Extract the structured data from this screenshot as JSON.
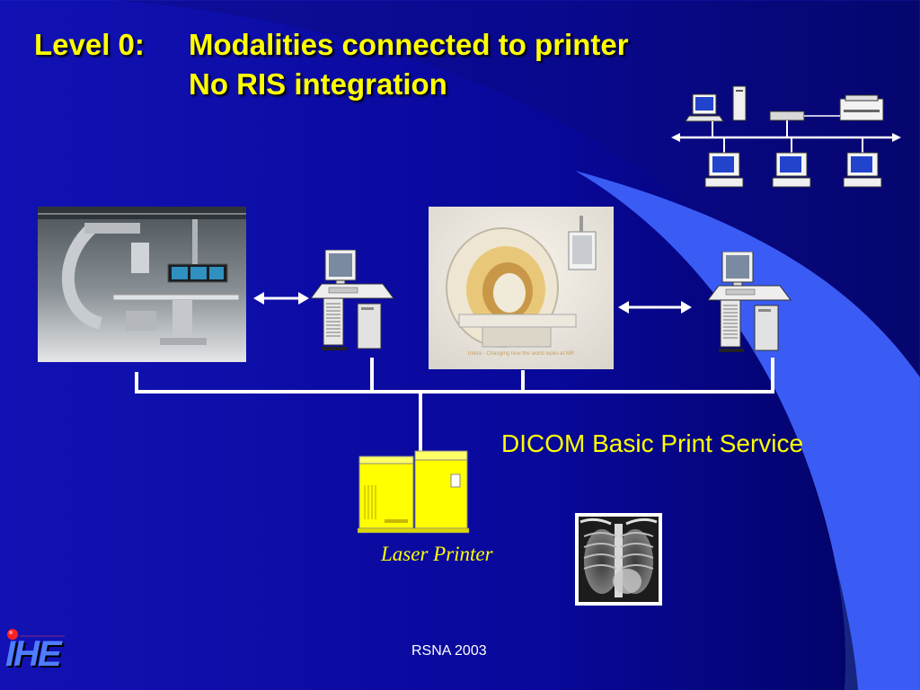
{
  "slide": {
    "title_level": "Level 0:",
    "title_line1": "Modalities connected to printer",
    "title_line2": "No RIS integration",
    "dicom_label": "DICOM Basic Print Service",
    "printer_label": "Laser Printer",
    "footer": "RSNA 2003",
    "logo_text": "IHE",
    "mr_caption": "Intera - Changing how the world looks at MR"
  },
  "colors": {
    "background": "#0a0a9c",
    "title": "#ffff00",
    "connector": "#ffffff",
    "printer": "#ffff00",
    "swoosh": "#3a5cf5"
  },
  "icons": {
    "angio_system": "angiography-room-photo",
    "mr_scanner": "mr-scanner-photo",
    "workstation": "workstation-icon",
    "network": "network-topology-icon",
    "printer": "laser-printer-icon",
    "xray": "chest-xray-film",
    "logo": "ihe-logo"
  }
}
